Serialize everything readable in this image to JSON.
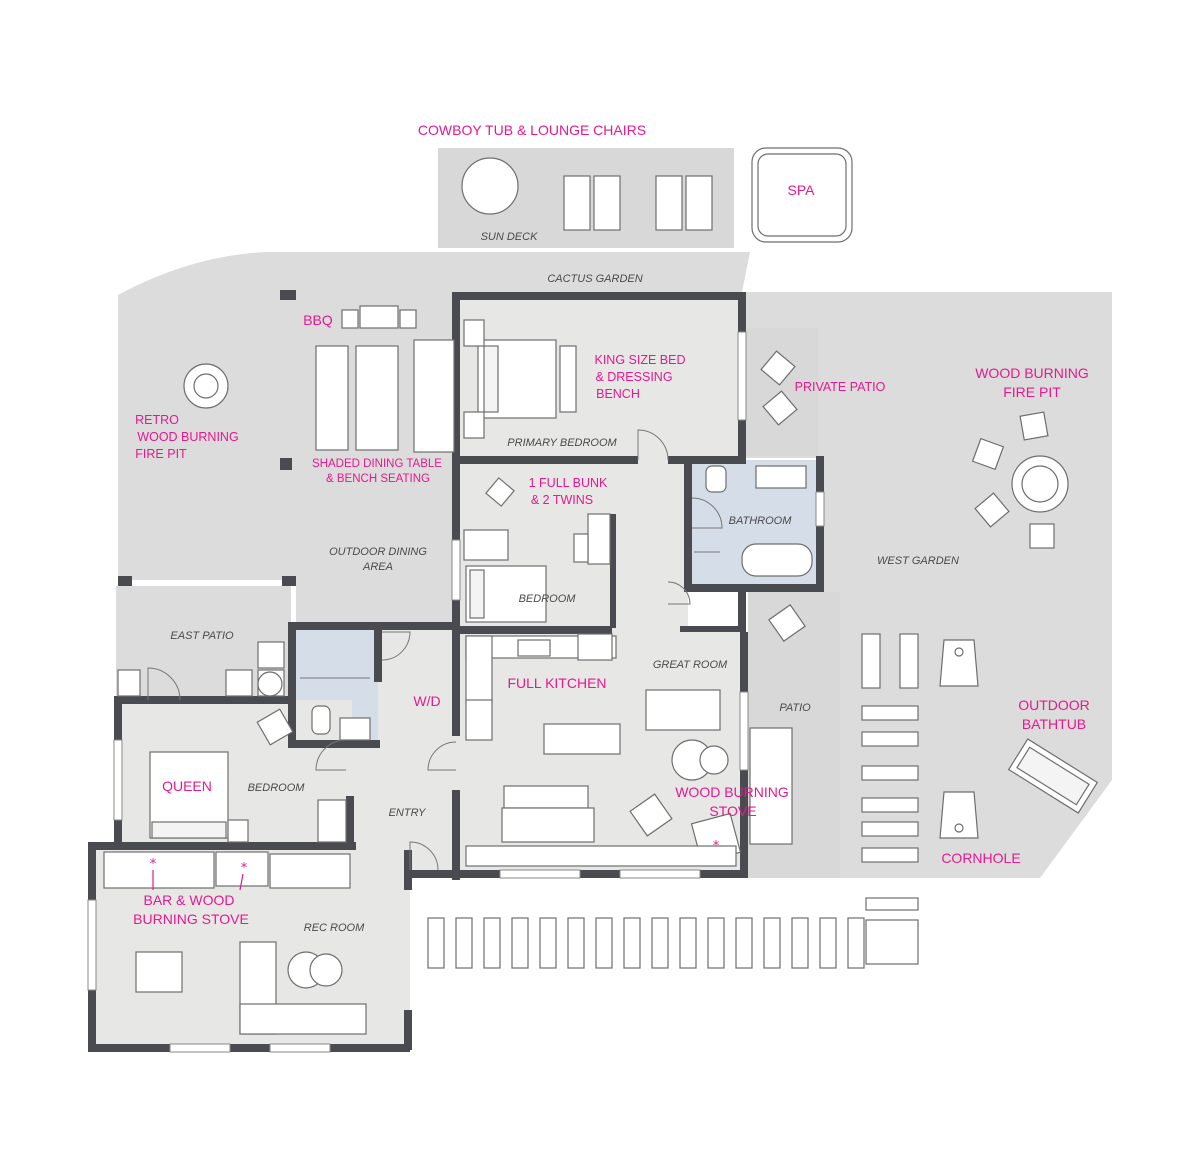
{
  "areas": {
    "sun_deck": "SUN DECK",
    "cactus_garden": "CACTUS GARDEN",
    "primary_bedroom": "PRIMARY BEDROOM",
    "private_patio": "PRIVATE PATIO",
    "outdoor_dining_area_1": "OUTDOOR DINING",
    "outdoor_dining_area_2": "AREA",
    "bedroom_bunk": "BEDROOM",
    "bathroom": "BATHROOM",
    "west_garden": "WEST GARDEN",
    "east_patio": "EAST PATIO",
    "great_room": "GREAT ROOM",
    "patio": "PATIO",
    "bedroom_queen": "BEDROOM",
    "entry": "ENTRY",
    "rec_room": "REC ROOM"
  },
  "callouts": {
    "cowboy_tub": "COWBOY TUB & LOUNGE CHAIRS",
    "spa": "SPA",
    "bbq": "BBQ",
    "king_bed_1": "KING SIZE BED",
    "king_bed_2": "& DRESSING",
    "king_bed_3": "BENCH",
    "retro_fire_1": "RETRO",
    "retro_fire_2": "WOOD BURNING",
    "retro_fire_3": "FIRE PIT",
    "shaded_dining_1": "SHADED DINING TABLE",
    "shaded_dining_2": "& BENCH SEATING",
    "bunk_1": "1 FULL BUNK",
    "bunk_2": "& 2 TWINS",
    "fire_pit_1": "WOOD BURNING",
    "fire_pit_2": "FIRE PIT",
    "wd": "W/D",
    "full_kitchen": "FULL KITCHEN",
    "queen": "QUEEN",
    "outdoor_bathtub_1": "OUTDOOR",
    "outdoor_bathtub_2": "BATHTUB",
    "wood_stove_1": "WOOD BURNING",
    "wood_stove_2": "STOVE",
    "cornhole": "CORNHOLE",
    "bar_stove_1": "BAR & WOOD",
    "bar_stove_2": "BURNING STOVE",
    "asterisk": "*"
  },
  "colors": {
    "callout": "#e6198f",
    "wall": "#4a4b50",
    "floor": "#e7e8e6",
    "ground": "#dcdcdc",
    "wet_room": "#d5dde8"
  }
}
